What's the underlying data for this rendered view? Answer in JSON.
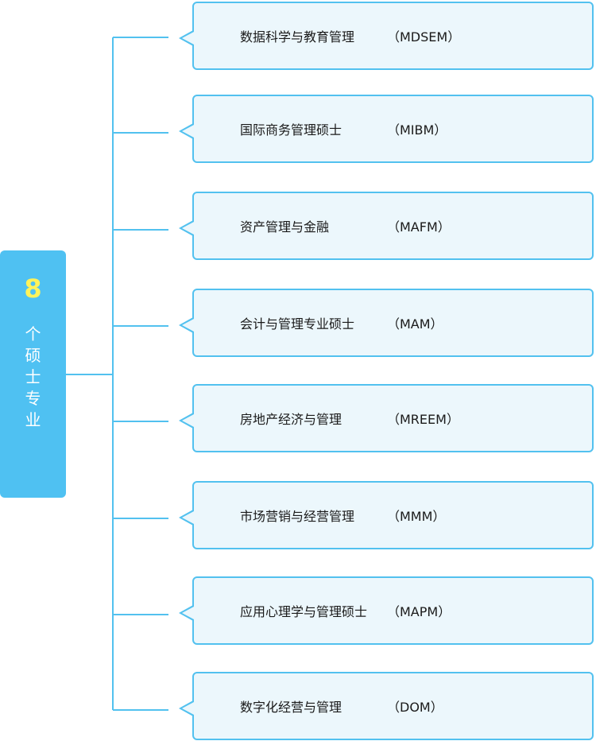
{
  "hub": {
    "number": "8",
    "label_chars": [
      "个",
      "硕",
      "士",
      "专",
      "业"
    ]
  },
  "programs": [
    {
      "name": "数据科学与教育管理",
      "abbr": "（MDSEM）"
    },
    {
      "name": "国际商务管理硕士",
      "abbr": "（MIBM）"
    },
    {
      "name": "资产管理与金融",
      "abbr": "（MAFM）"
    },
    {
      "name": "会计与管理专业硕士",
      "abbr": "（MAM）"
    },
    {
      "name": "房地产经济与管理",
      "abbr": "（MREEM）"
    },
    {
      "name": "市场营销与经营管理",
      "abbr": "（MMM）"
    },
    {
      "name": "应用心理学与管理硕士",
      "abbr": "（MAPM）"
    },
    {
      "name": "数字化经营与管理",
      "abbr": "（DOM）"
    }
  ],
  "colors": {
    "hub_bg": "#4fc1f2",
    "hub_number": "#fff35a",
    "card_border": "#52c1ef",
    "card_bg": "#ecf7fc",
    "connector": "#52c1ef"
  }
}
